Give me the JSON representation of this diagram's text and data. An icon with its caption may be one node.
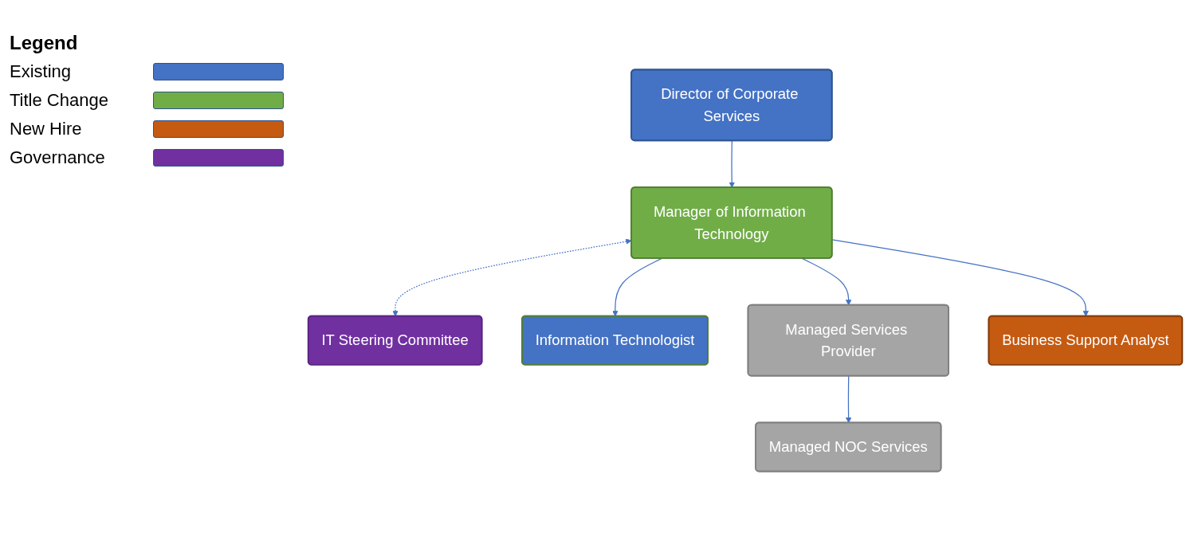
{
  "diagram": {
    "nodes": [
      {
        "text": [
          "Director of Corporate Services"
        ]
      },
      {
        "text": [
          "Manager of Information Technology"
        ]
      },
      {
        "text": [
          "IT Steering Committee"
        ]
      },
      {
        "text": [
          "Information Technologist"
        ]
      },
      {
        "text": [
          "Managed Services Provider"
        ]
      },
      {
        "text": [
          "Business Support Analyst"
        ]
      },
      {
        "text": [
          "Managed NOC Services"
        ]
      }
    ],
    "edges": [
      {
        "from": 0,
        "to": 1,
        "arrow": "to"
      },
      {
        "from": 1,
        "to": 2,
        "arrow": "both",
        "style": "dashed"
      },
      {
        "from": 1,
        "to": 3,
        "arrow": "to"
      },
      {
        "from": 1,
        "to": 5,
        "arrow": "to"
      },
      {
        "from": 1,
        "to": 4,
        "arrow": "to"
      },
      {
        "from": 4,
        "to": 6,
        "arrow": "to"
      }
    ],
    "labels": [
      "Legend"
    ],
    "legend": [
      {
        "text": "Existing",
        "color": "#4472c4"
      },
      {
        "text": "Title Change",
        "color": "#70ad47"
      },
      {
        "text": "New Hire",
        "color": "#c55a11"
      },
      {
        "text": "Governance",
        "color": "#7030a0"
      }
    ]
  }
}
